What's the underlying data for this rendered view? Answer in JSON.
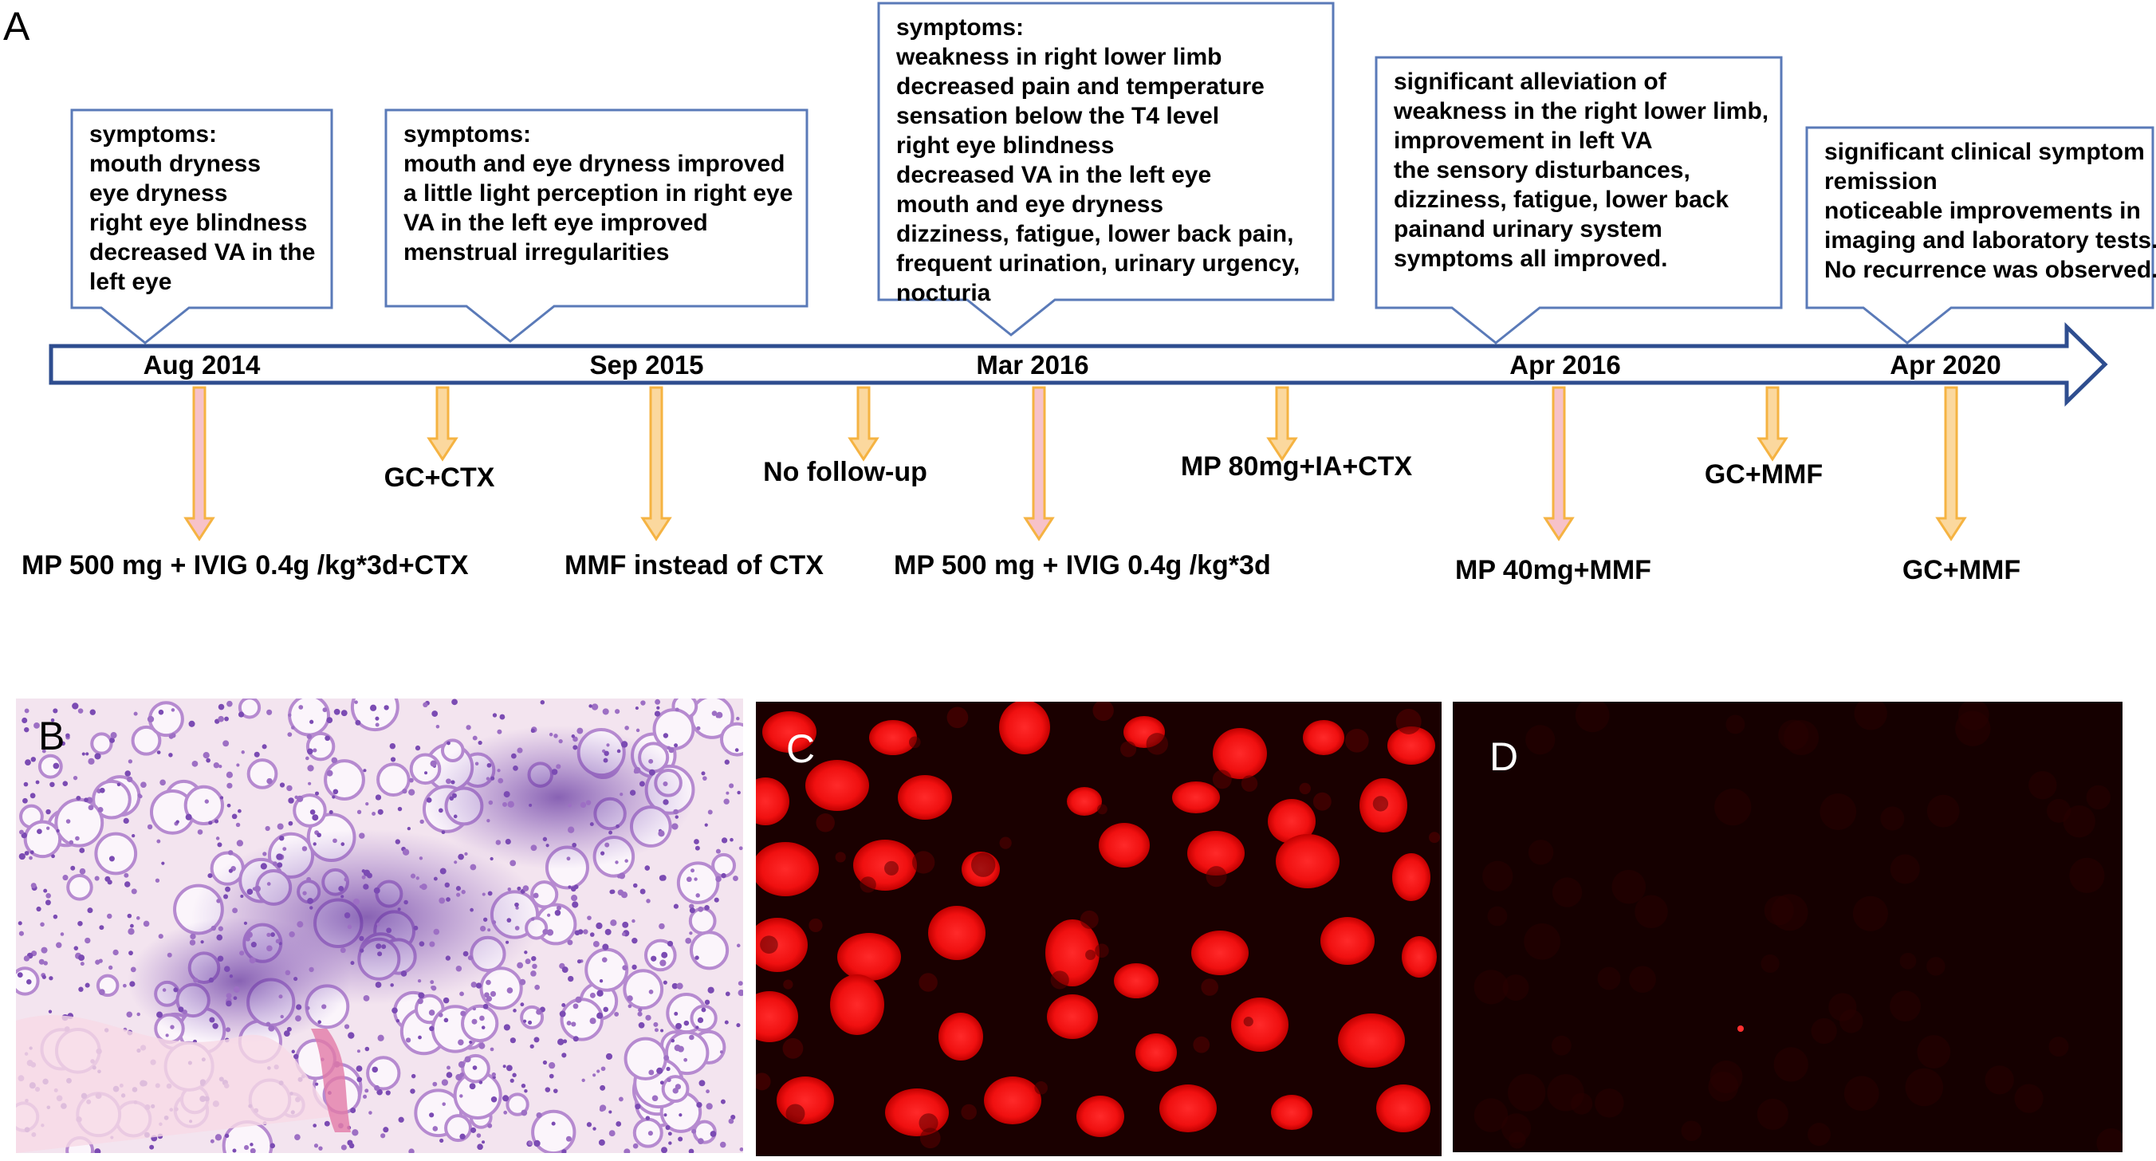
{
  "panels": {
    "a": "A",
    "b": "B",
    "c": "C",
    "d": "D"
  },
  "timeline": {
    "dates": [
      {
        "label": "Aug 2014"
      },
      {
        "label": "Sep 2015"
      },
      {
        "label": "Mar 2016"
      },
      {
        "label": "Apr 2016"
      },
      {
        "label": "Apr 2020"
      }
    ],
    "callouts": [
      {
        "lines": [
          "symptoms:",
          "mouth dryness",
          "eye dryness",
          "right eye blindness",
          "decreased VA in the",
          "left eye"
        ]
      },
      {
        "lines": [
          "symptoms:",
          "mouth and eye dryness improved",
          "a little light perception in right eye",
          "VA in the left eye improved",
          "menstrual irregularities"
        ]
      },
      {
        "lines": [
          "symptoms:",
          "weakness in right lower limb",
          "decreased pain and temperature",
          "sensation below the T4 level",
          "right eye blindness",
          "decreased VA in the left eye",
          "mouth and eye dryness",
          "dizziness, fatigue,  lower back pain,",
          "frequent urination, urinary urgency,",
          "nocturia"
        ]
      },
      {
        "lines": [
          "significant alleviation of",
          "weakness in the right lower limb,",
          "improvement in left VA",
          "the sensory disturbances,",
          "dizziness, fatigue,  lower back",
          "painand urinary system",
          "symptoms all improved."
        ]
      },
      {
        "lines": [
          "significant clinical symptom",
          "remission",
          "noticeable improvements in",
          "imaging and laboratory tests.",
          "No recurrence was observed."
        ]
      }
    ],
    "treatments": [
      {
        "label": "MP 500 mg + IVIG 0.4g  /kg*3d+CTX",
        "tone": "pink"
      },
      {
        "label": "GC+CTX",
        "tone": "orange"
      },
      {
        "label": "MMF instead of CTX",
        "tone": "orange"
      },
      {
        "label": "No follow-up",
        "tone": "orange"
      },
      {
        "label": "MP 500 mg + IVIG 0.4g  /kg*3d",
        "tone": "pink"
      },
      {
        "label": "MP 80mg+IA+CTX",
        "tone": "orange"
      },
      {
        "label": "MP 40mg+MMF",
        "tone": "pink"
      },
      {
        "label": "GC+MMF",
        "tone": "orange"
      },
      {
        "label": "GC+MMF",
        "tone": "orange"
      }
    ]
  },
  "colors": {
    "axis_stroke": "#2e4d8f",
    "box_stroke": "#5a7ab8",
    "arrow_pink_fill": "#f7c2c9",
    "arrow_orange_fill": "#fbd89e",
    "arrow_edge": "#f5b342",
    "stain_background": "#f3e4ef",
    "stain_cell": "#9d6fc4",
    "fluorescence_bright": "#ff1a1a",
    "fluorescence_dark": "#150000"
  }
}
